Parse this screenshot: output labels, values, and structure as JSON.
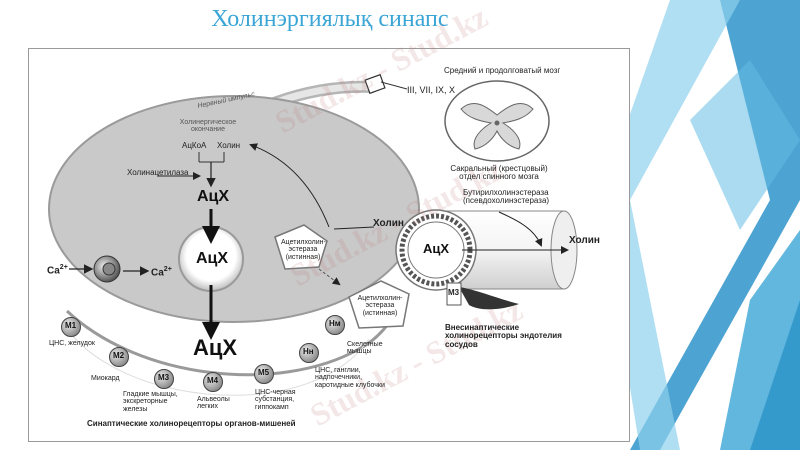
{
  "slide": {
    "title": "Холинэргиялық синапс",
    "watermark": "Stud.kz - Stud.kz"
  },
  "diagram": {
    "nerve_impulse": "Нервный импульс",
    "cholinergic_ending": "Холинергическое окончание",
    "acetyl_coa": "АцКоА",
    "choline_top": "Холин",
    "choline_acetylase": "Холинацетилаза",
    "ach_1": "АцХ",
    "ach_vesicle": "АцХ",
    "ach_released": "АцХ",
    "ach_vessel": "АцХ",
    "ca_out": "Ca",
    "ca_in": "Ca",
    "ca_charge": "2+",
    "choline_mid": "Холин",
    "choline_vessel": "Холин",
    "ache_true_1": "Ацетилхолин-эстераза (истинная)",
    "ache_true_2": "Ацетилхолин-эстераза (истинная)",
    "brainstem": "Средний и продолговатый мозг",
    "cranial_nerves": "III, VII, IX, X",
    "sacral": "Сакральный (крестцовый) отдел спинного мозга",
    "butyryl": "Бутирилхолинэстераза (псевдохолинэстераза)",
    "m3_vessel": "M3",
    "extrasynaptic": "Внесинаптические холинорецепторы эндотелия сосудов",
    "caption": "Синаптические холинорецепторы органов-мишеней",
    "receptors": [
      {
        "label": "M1",
        "desc": "ЦНС, желудок"
      },
      {
        "label": "M2",
        "desc": "Миокард"
      },
      {
        "label": "M3",
        "desc": "Гладкие мышцы, экскреторные железы"
      },
      {
        "label": "M4",
        "desc": "Альвеолы легких"
      },
      {
        "label": "M5",
        "desc": "ЦНС-черная субстанция, гиппокамп"
      },
      {
        "label": "Нн",
        "desc": "ЦНС, ганглии, надпочечники, каротидные клубочки"
      },
      {
        "label": "Нм",
        "desc": "Скелетные мышцы"
      }
    ]
  },
  "colors": {
    "title": "#3ba6d6",
    "deco_dark": "#1f6f9e",
    "deco_mid": "#2e93c9",
    "deco_light": "#8fd0ec",
    "terminal": "#c9c9c9"
  }
}
